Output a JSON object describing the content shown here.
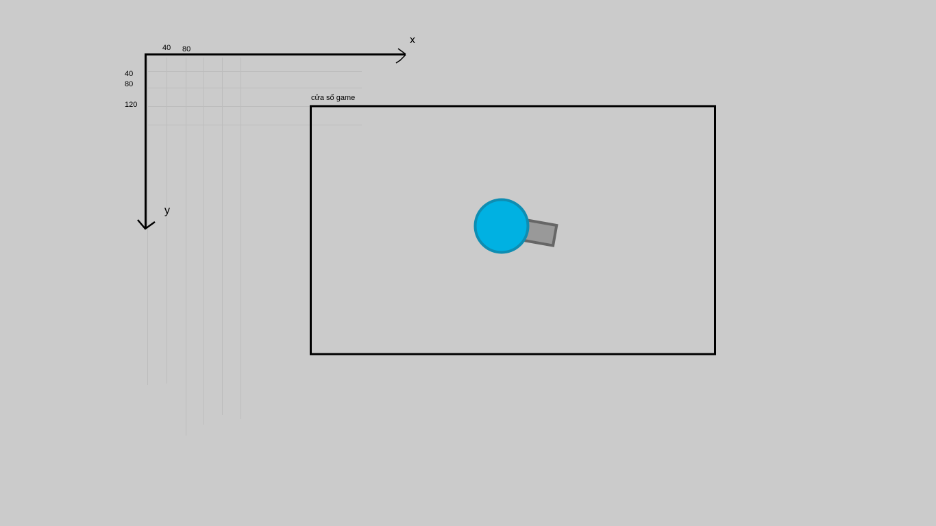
{
  "axes": {
    "x_label": "x",
    "y_label": "y",
    "x_ticks": [
      "40",
      "80"
    ],
    "y_ticks": [
      "40",
      "80",
      "120"
    ]
  },
  "game_window": {
    "title": "cửa sổ game"
  },
  "tank": {
    "body_color": "#00b1e2",
    "body_stroke": "#0e8db2",
    "barrel_color": "#999999",
    "barrel_stroke": "#666666"
  },
  "colors": {
    "background": "#cbcbcb",
    "axis": "#000000",
    "grid": "#bdbdbd",
    "window_border": "#000000"
  }
}
